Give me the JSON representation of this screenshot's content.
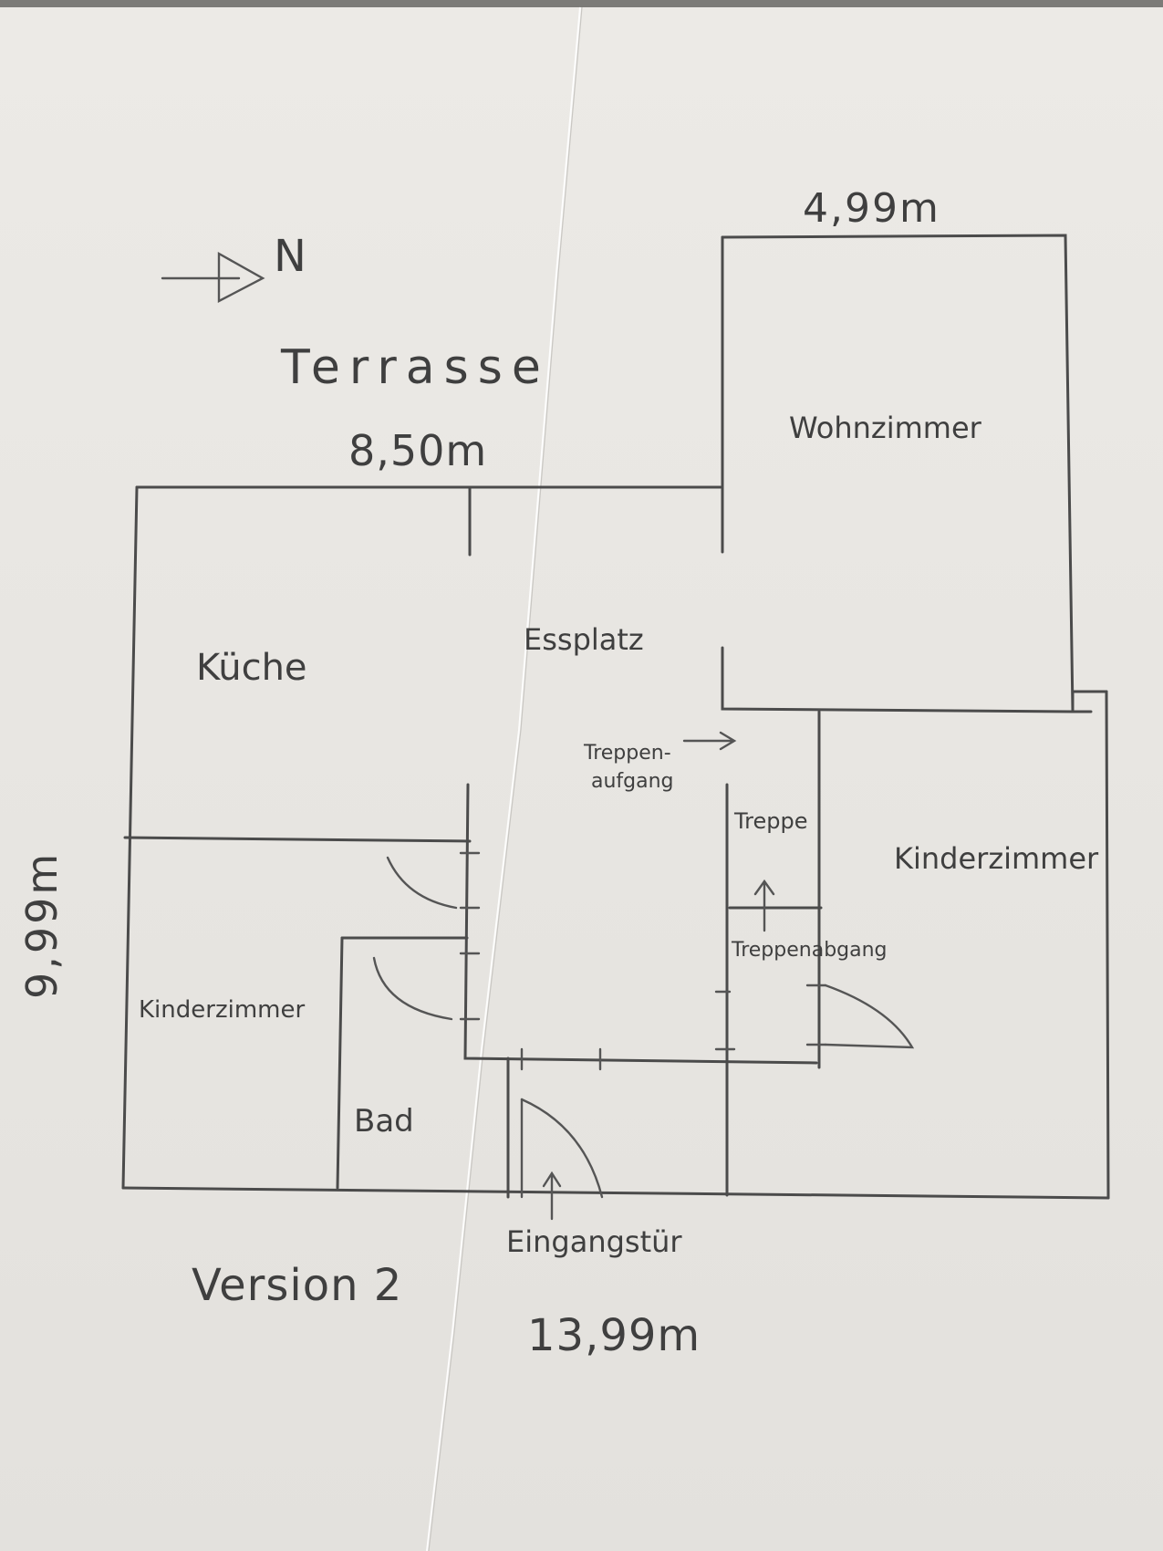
{
  "north_label": "N",
  "labels": {
    "terrace": "Terrasse",
    "dim_top_left": "8,50m",
    "dim_top_right": "4,99m",
    "dim_left": "9,99m",
    "dim_bottom": "13,99m",
    "kitchen": "Küche",
    "dining": "Essplatz",
    "living": "Wohnzimmer",
    "child_room_left": "Kinderzimmer",
    "child_room_right": "Kinderzimmer",
    "bath": "Bad",
    "stairs": "Treppe",
    "stairs_up_1": "Treppen-",
    "stairs_up_2": "aufgang",
    "stairs_down": "Treppenabgang",
    "entrance": "Eingangstür",
    "version": "Version 2"
  }
}
